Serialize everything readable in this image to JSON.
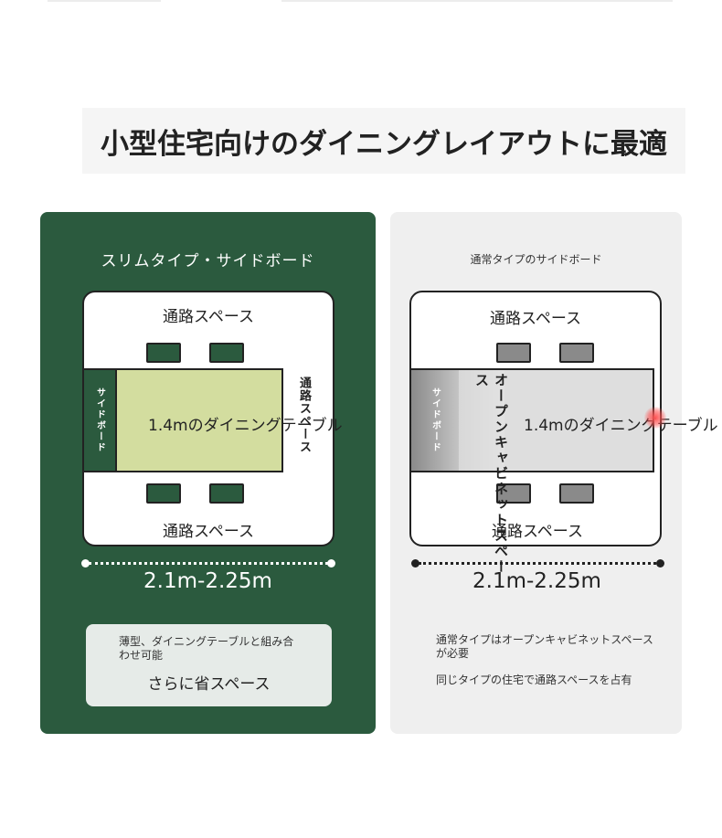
{
  "title": "小型住宅向けのダイニングレイアウトに最適",
  "left_panel": {
    "heading": "スリムタイプ・サイドボード",
    "top_aisle": "通路スペース",
    "bottom_aisle": "通路スペース",
    "right_aisle": "通路スペース",
    "sideboard": "サイドボード",
    "table": "1.4mのダイニングテーブル",
    "dimension": "2.1m-2.25m",
    "note_small": "薄型、ダイニングテーブルと組み合わせ可能",
    "note_large": "さらに省スペース",
    "colors": {
      "panel": "#2b5a3e",
      "table": "#d3dd9f",
      "sideboard": "#2b5a3e",
      "chairs": "#2b5a3e"
    }
  },
  "right_panel": {
    "heading": "通常タイプのサイドボード",
    "top_aisle": "通路スペース",
    "bottom_aisle": "通路スペース",
    "sideboard": "サイドボード",
    "cabinet_space": "オープンキャビネットスペース",
    "table": "1.4mのダイニングテーブル",
    "dimension": "2.1m-2.25m",
    "note1": "通常タイプはオープンキャビネットスペースが必要",
    "note2": "同じタイプの住宅で通路スペースを占有",
    "colors": {
      "panel": "#efefef",
      "table": "#dedede",
      "chairs": "#8a8a8a",
      "sideboard": "#8a8a8a"
    }
  }
}
